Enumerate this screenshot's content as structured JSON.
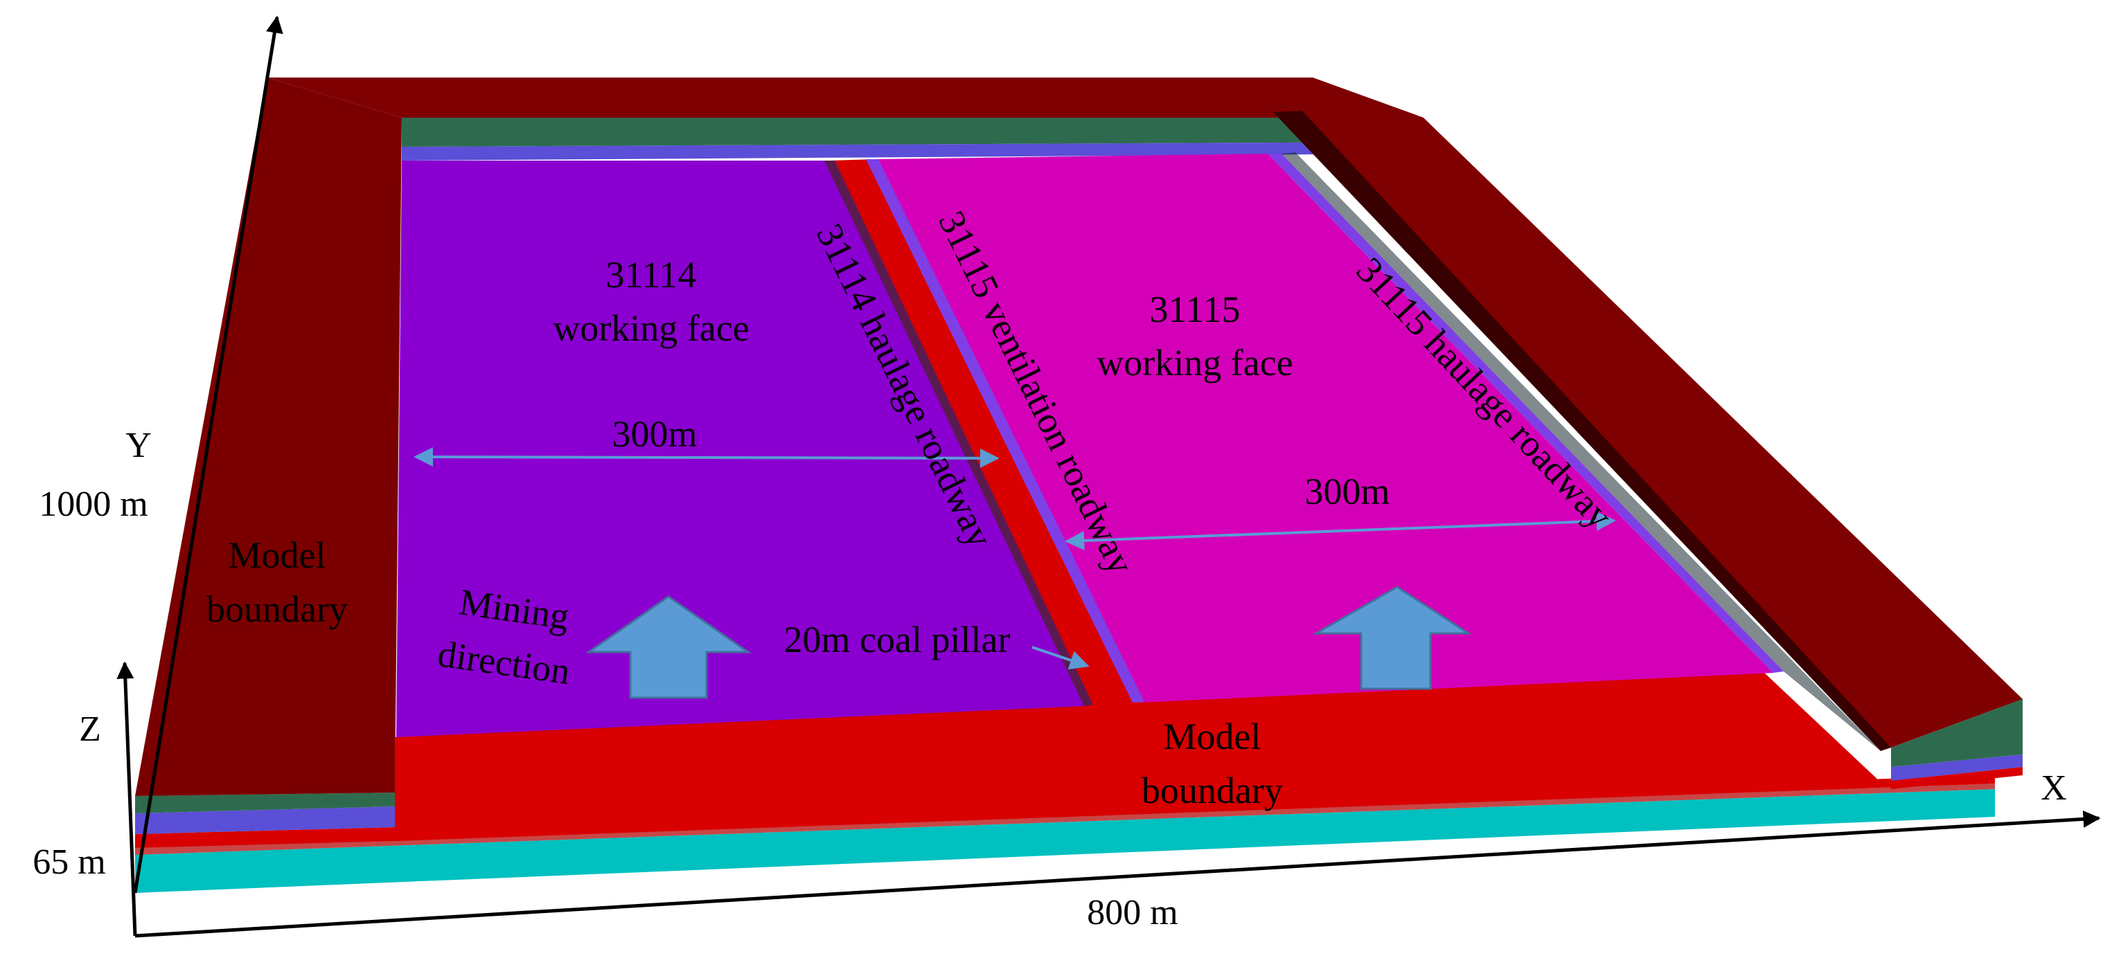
{
  "axes": {
    "x_label": "X",
    "y_label": "Y",
    "z_label": "Z",
    "x_length": "800 m",
    "y_length": "1000 m",
    "z_length": "65 m"
  },
  "regions": {
    "face_31114": {
      "line1": "31114",
      "line2": "working face"
    },
    "face_31115": {
      "line1": "31115",
      "line2": "working face"
    },
    "model_boundary_left": {
      "line1": "Model",
      "line2": "boundary"
    },
    "model_boundary_bottom": {
      "line1": "Model",
      "line2": "boundary"
    }
  },
  "roadways": {
    "haulage_31114": "31114 haulage roadway",
    "ventilation_31115": "31115 ventilation roadway",
    "haulage_31115": "31115 haulage roadway"
  },
  "dimensions": {
    "width_31114": "300m",
    "width_31115": "300m",
    "coal_pillar": "20m coal pillar"
  },
  "mining_direction": {
    "line1": "Mining",
    "line2": "direction"
  },
  "colors": {
    "boundary_dark_red": "#7a0000",
    "boundary_top_red": "#830000",
    "side_shadow": "#380000",
    "pillar_red": "#d80000",
    "face_31114_purple": "#8a00d0",
    "face_31115_magenta": "#d400b8",
    "roadway_blue": "#7f3fe6",
    "layer_green": "#2e6b4e",
    "layer_blue": "#5a4fd6",
    "base_cyan": "#00c0c0",
    "arrow_fill": "#5b9bd5",
    "dimension_line": "#5b9bd5"
  }
}
